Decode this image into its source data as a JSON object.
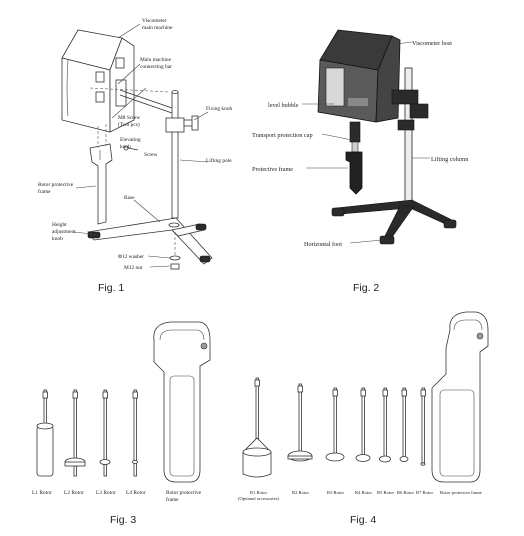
{
  "fig1": {
    "caption": "Fig. 1",
    "labels": {
      "main_machine": [
        "Viscometer",
        "main machine"
      ],
      "connecting_bar": [
        "Main machine",
        "connecting bar"
      ],
      "m8_screw": [
        "M8 Screw",
        "(Two pcs)"
      ],
      "fixing_knob": "Fixing knob",
      "elevating_knob": [
        "Elevating",
        "knob"
      ],
      "screw": "Screw",
      "lifting_pole": "Lifting pole",
      "rotor_protective_frame": [
        "Rotor protective",
        "frame"
      ],
      "base": "Base",
      "height_adjustment_knob": [
        "Height",
        "adjustment",
        "knob"
      ],
      "washer": "Φ12 washer",
      "nut": "M12 nut"
    }
  },
  "fig2": {
    "caption": "Fig. 2",
    "labels": {
      "viscometer_host": "Viscometer host",
      "level_bubble": "level bubble",
      "transport_cap": "Transport protection cap",
      "protective_frame": "Protective frame",
      "lifting_column": "Lifting column",
      "horizontal_foot": "Horizontal foot"
    }
  },
  "fig3": {
    "caption": "Fig. 3",
    "labels": [
      "L1 Rotor",
      "L2 Rotor",
      "L3 Rotor",
      "L4 Rotor",
      "Rotor protective",
      "frame"
    ]
  },
  "fig4": {
    "caption": "Fig. 4",
    "labels": [
      "R1 Rotor",
      "(Optional accessories)",
      "R2 Rotor",
      "R3 Rotor",
      "R4 Rotor",
      "R5 Rotor",
      "R6 Rotor",
      "R7 Rotor",
      "Rotor protective frame"
    ]
  }
}
